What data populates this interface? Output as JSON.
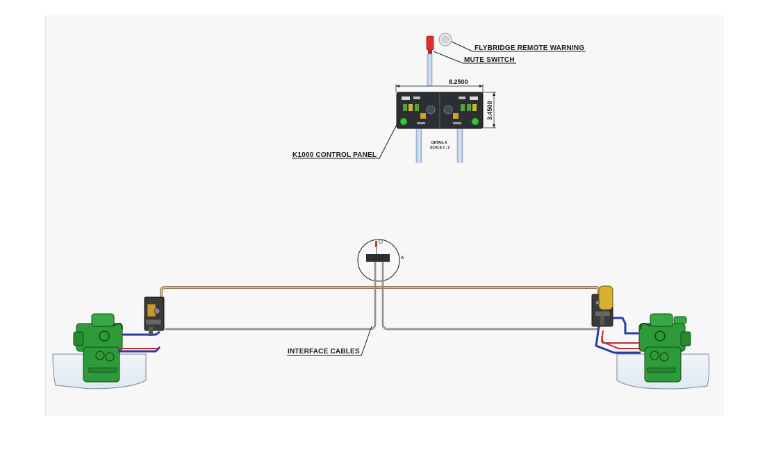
{
  "labels": {
    "flybridge_remote_warning": "FLYBRIDGE REMOTE WARNING",
    "mute_switch": "MUTE SWITCH",
    "k1000_control_panel": "K1000 CONTROL PANEL",
    "interface_cables": "INTERFACE CABLES"
  },
  "dimensions": {
    "width": "8.2500",
    "height": "3.4500"
  },
  "detail": {
    "title": "DETAIL A",
    "scale": "SCALE 1 : 2",
    "callout": "A"
  },
  "colors": {
    "engine_green": "#2f9a3a",
    "cable_tan": "#c9a27a",
    "hose_blue": "#2a3aa0",
    "hose_red": "#c02a2a",
    "panel_dark": "#2b2f33",
    "conduit_blue": "#b9cde6"
  }
}
